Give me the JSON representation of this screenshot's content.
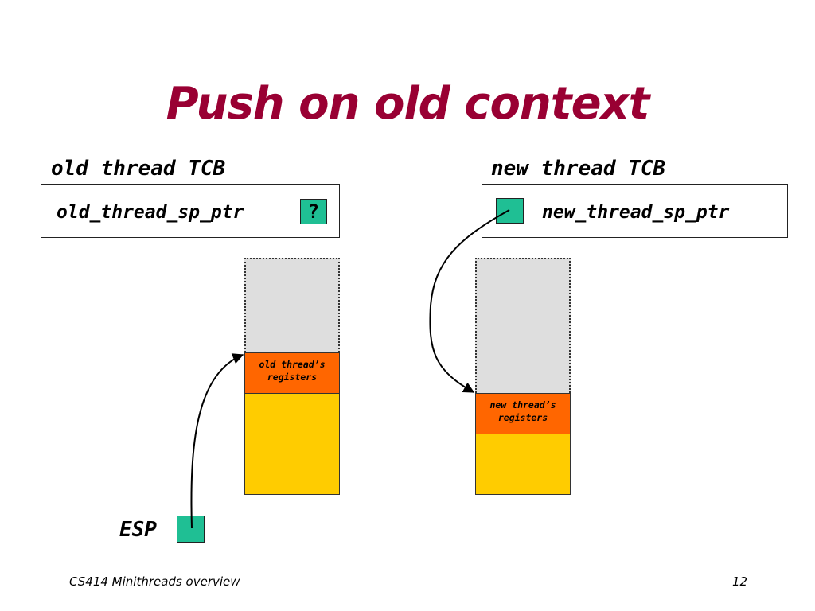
{
  "title": "Push on old context",
  "old_tcb": {
    "heading": "old thread TCB",
    "sp_label": "old_thread_sp_ptr",
    "sp_value": "?"
  },
  "new_tcb": {
    "heading": "new thread TCB",
    "sp_label": "new_thread_sp_ptr",
    "sp_value": ""
  },
  "old_stack": {
    "registers_label_line1": "old thread’s",
    "registers_label_line2": "registers"
  },
  "new_stack": {
    "registers_label_line1": "new thread’s",
    "registers_label_line2": "registers"
  },
  "esp": {
    "label": "ESP"
  },
  "footer": {
    "left": "CS414 Minithreads overview",
    "page_number": "12"
  },
  "colors": {
    "title": "#990033",
    "pointer_cell": "#1fbf94",
    "registers": "#ff6600",
    "used_stack": "#ffcc00",
    "free_stack": "#dedede"
  }
}
